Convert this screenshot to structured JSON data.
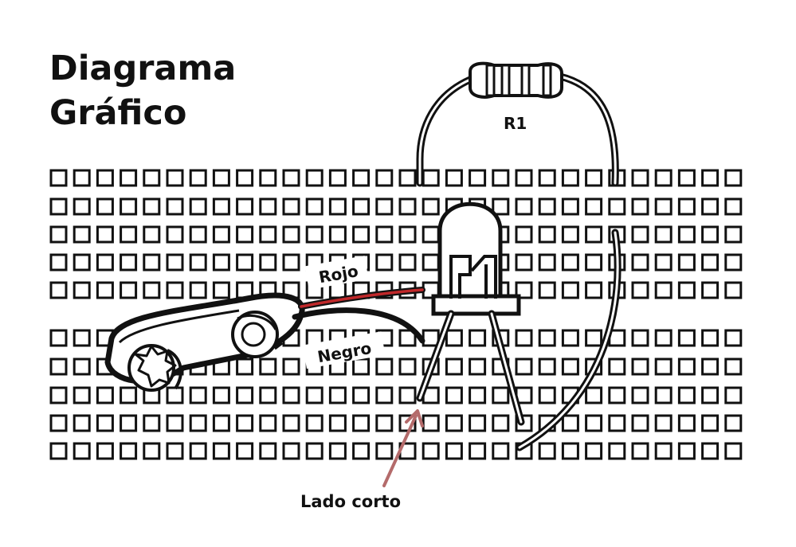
{
  "title_line1": "Diagrama",
  "title_line2": "Gráfico",
  "resistor_label": "R1",
  "wire_red_label": "Rojo",
  "wire_black_label": "Negro",
  "short_leg_label": "Lado corto",
  "colors": {
    "ink": "#111111",
    "red_wire": "#c0282a",
    "arrow": "#b46b6b",
    "background": "#ffffff"
  },
  "breadboard": {
    "columns": 30,
    "top_rows": 5,
    "bottom_rows": 5
  }
}
